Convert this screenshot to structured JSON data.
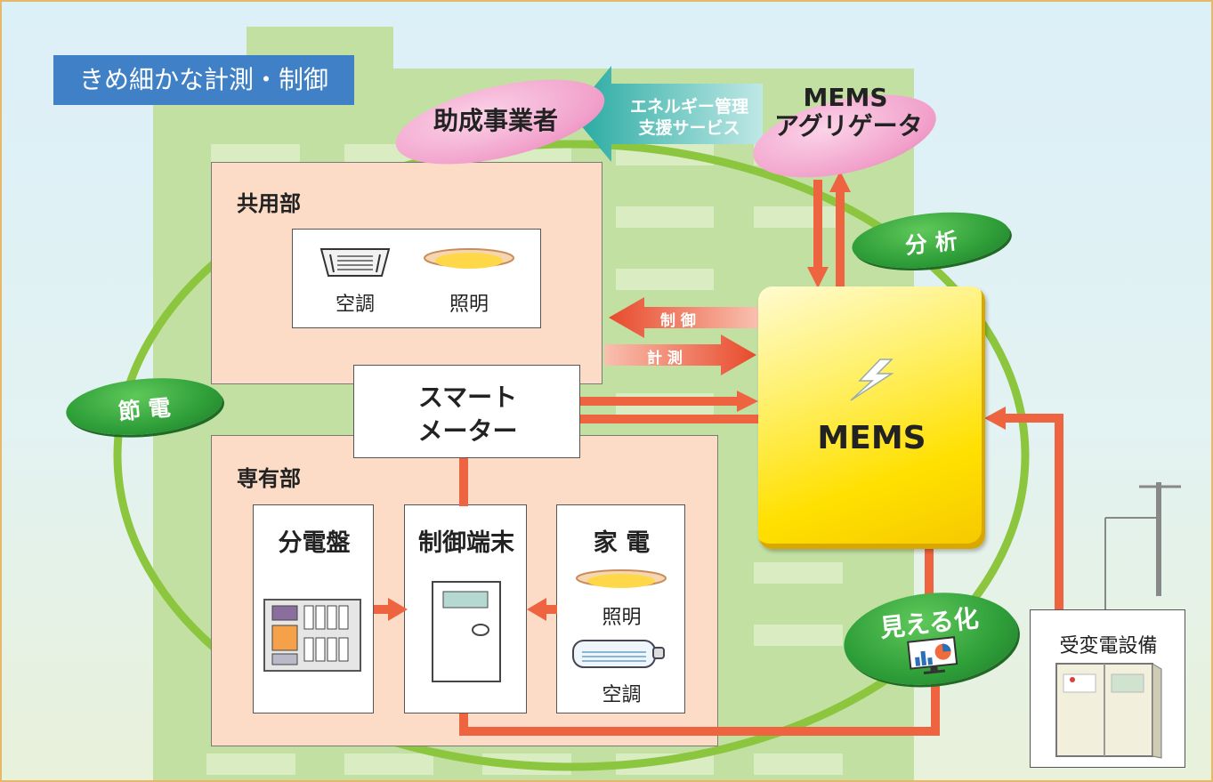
{
  "title": "きめ細かな計測・制御",
  "top": {
    "subsidy": "助成事業者",
    "service_line1": "エネルギー管理",
    "service_line2": "支援サービス",
    "aggregator_line1": "MEMS",
    "aggregator_line2": "アグリゲータ"
  },
  "cycle": {
    "analysis": "分 析",
    "saving": "節 電",
    "visualize": "見える化"
  },
  "common": {
    "label": "共用部",
    "aircon": "空調",
    "lighting": "照明"
  },
  "signals": {
    "control": "制 御",
    "measure": "計 測"
  },
  "smart_meter": {
    "line1": "スマート",
    "line2": "メーター"
  },
  "mems": "MEMS",
  "private": {
    "label": "専有部",
    "panel": "分電盤",
    "terminal": "制御端末",
    "appliances": "家 電",
    "lighting": "照明",
    "aircon": "空調"
  },
  "substation": "受変電設備",
  "colors": {
    "arrow": "#ee6441",
    "green_ring": "#8cc63f",
    "mems_yellow": "#fde021",
    "pink": "#f3a6cc",
    "title_blue": "#3f80c6"
  }
}
